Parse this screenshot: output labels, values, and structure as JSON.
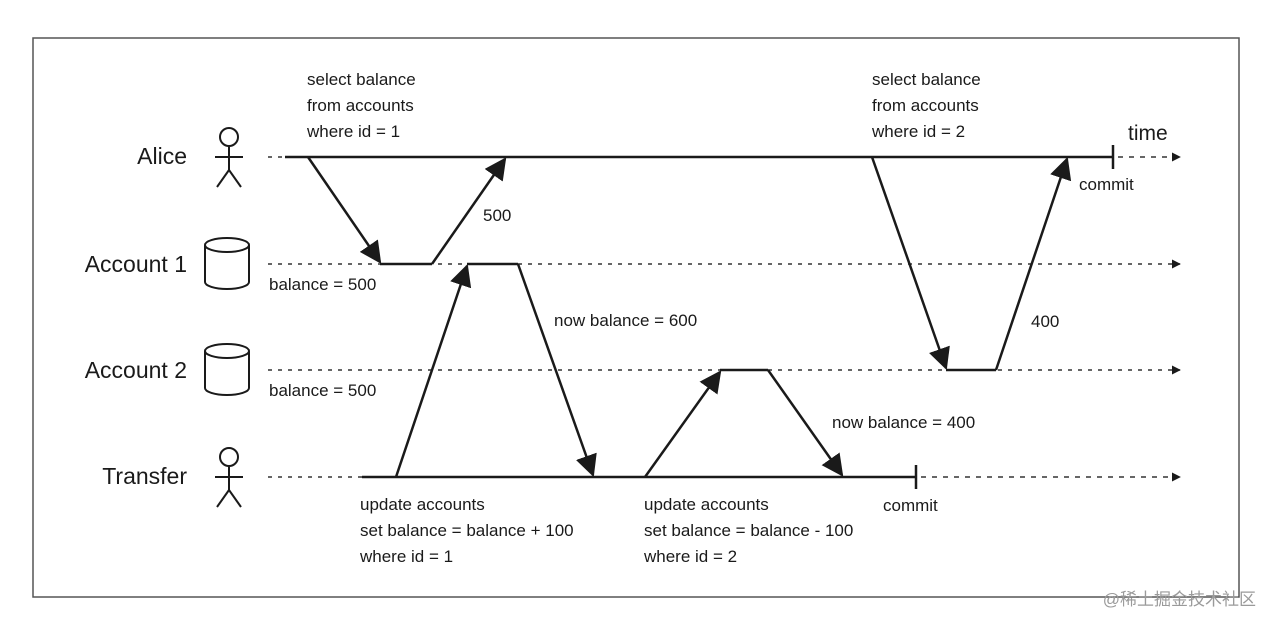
{
  "lanes": {
    "alice": "Alice",
    "account1": "Account 1",
    "account2": "Account 2",
    "transfer": "Transfer"
  },
  "time_label": "time",
  "alice_query1": [
    "select balance",
    "from accounts",
    "where id = 1"
  ],
  "alice_query2": [
    "select balance",
    "from accounts",
    "where id = 2"
  ],
  "alice_commit": "commit",
  "transfer_commit": "commit",
  "read_500": "500",
  "read_400": "400",
  "account1_balance": "balance = 500",
  "account2_balance": "balance = 500",
  "account1_new": "now balance = 600",
  "account2_new": "now balance = 400",
  "update1": [
    "update accounts",
    "set balance = balance + 100",
    "where id = 1"
  ],
  "update2": [
    "update accounts",
    "set balance = balance - 100",
    "where id = 2"
  ],
  "watermark": "@稀土掘金技术社区"
}
